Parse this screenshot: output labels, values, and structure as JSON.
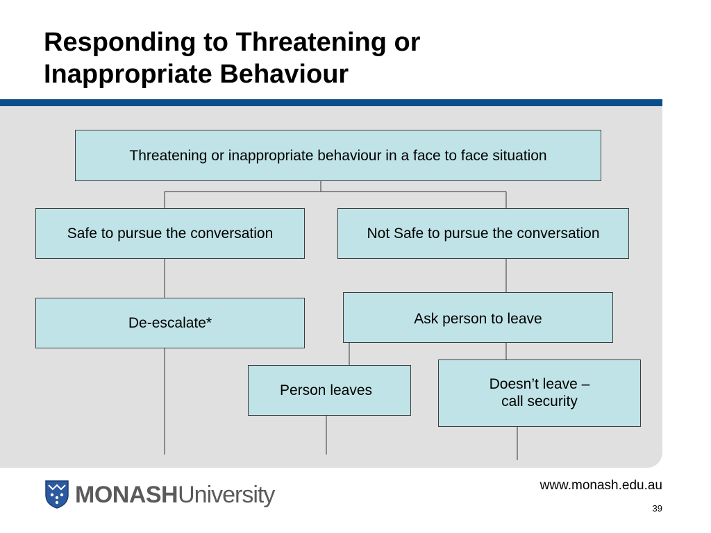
{
  "slide": {
    "title_line1": "Responding to Threatening or",
    "title_line2": "Inappropriate Behaviour",
    "accent_color": "#0a4f8c",
    "box_color": "#bfe3e6",
    "panel_color": "#e0e0e0"
  },
  "flowchart": {
    "root": "Threatening or inappropriate behaviour in a face to face situation",
    "safe": "Safe to pursue the conversation",
    "not_safe": "Not Safe to pursue the conversation",
    "de_escalate": "De-escalate*",
    "ask_leave": "Ask person to leave",
    "person_leaves": "Person leaves",
    "doesnt_leave_line1": "Doesn’t leave –",
    "doesnt_leave_line2": "call security"
  },
  "footer": {
    "logo_strong": "MONASH",
    "logo_light": "University",
    "logo_icon": "monash-shield-icon",
    "url": "www.monash.edu.au",
    "page_number": "39"
  }
}
